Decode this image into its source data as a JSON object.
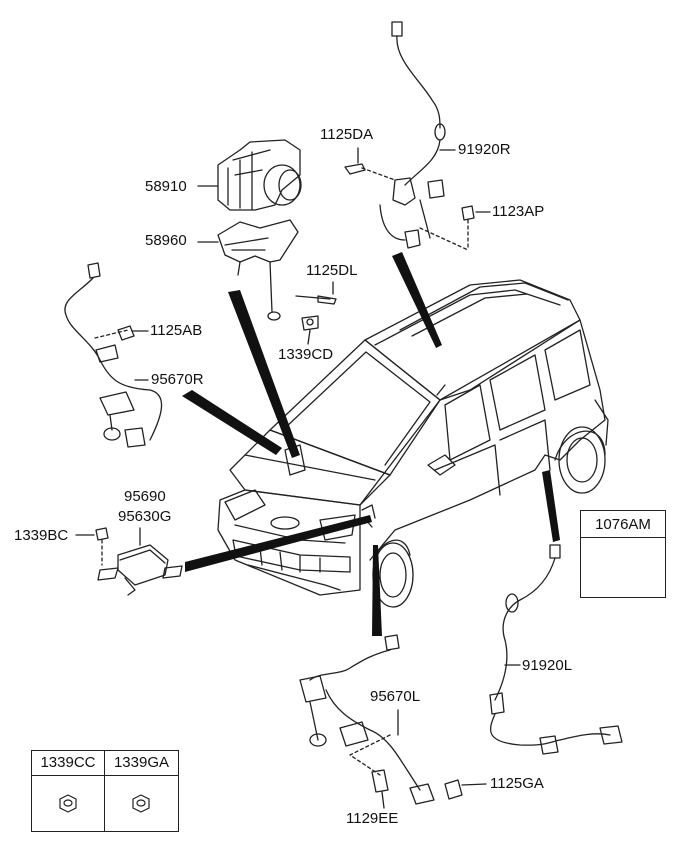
{
  "labels": {
    "p58910": "58910",
    "p58960": "58960",
    "p1125DA": "1125DA",
    "p91920R": "91920R",
    "p1123AP": "1123AP",
    "p1125DL": "1125DL",
    "p1125AB": "1125AB",
    "p1339CD": "1339CD",
    "p95670R": "95670R",
    "p95690": "95690",
    "p95630G": "95630G",
    "p1339BC": "1339BC",
    "p1076AM": "1076AM",
    "p91920L": "91920L",
    "p95670L": "95670L",
    "p1125GA": "1125GA",
    "p1129EE": "1129EE"
  },
  "legend": {
    "col1": "1339CC",
    "col2": "1339GA"
  }
}
